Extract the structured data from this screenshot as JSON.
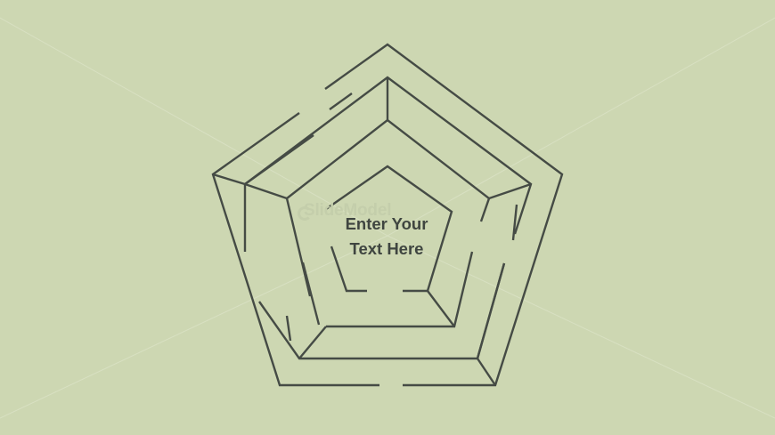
{
  "slide": {
    "background_color": "#cdd7b2",
    "line_color": "#454b45",
    "text_color": "#3f4540"
  },
  "center_text": {
    "line1": "Enter Your",
    "line2": "Text Here"
  },
  "watermark": {
    "text": "SlideModel"
  }
}
